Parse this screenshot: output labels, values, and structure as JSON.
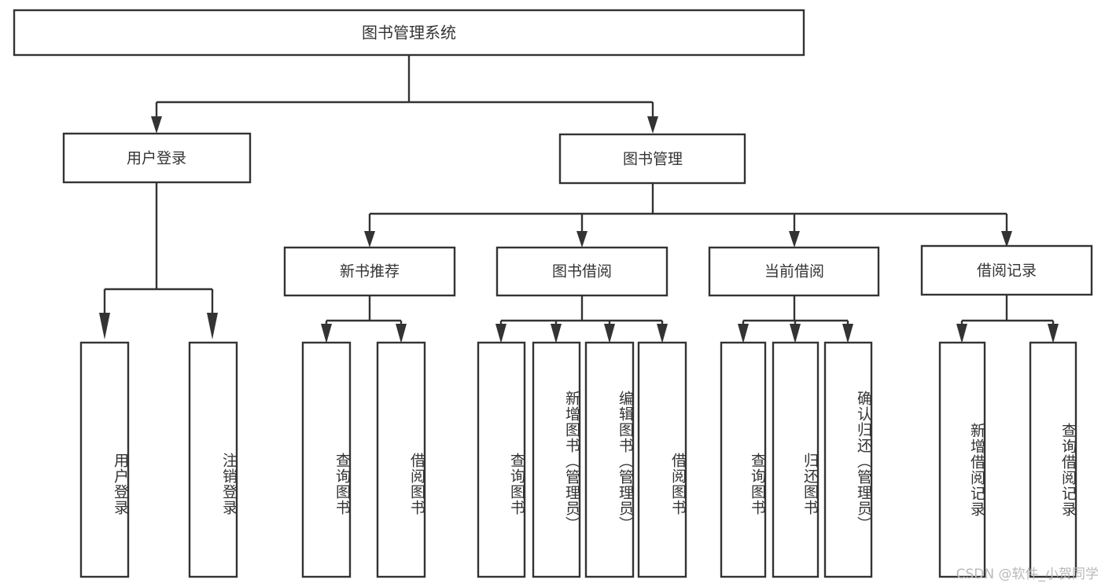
{
  "diagram": {
    "title": "图书管理系统",
    "type": "tree",
    "watermark": "CSDN @软件_小贺同学",
    "colors": {
      "box_fill": "#ffffff",
      "box_stroke": "#333333",
      "text": "#333333",
      "watermark": "#b9b9b9",
      "background": "#ffffff"
    },
    "nodes": {
      "root": {
        "label": "图书管理系统"
      },
      "level1": [
        {
          "label": "用户登录"
        },
        {
          "label": "图书管理"
        }
      ],
      "level2": [
        {
          "label": "新书推荐"
        },
        {
          "label": "图书借阅"
        },
        {
          "label": "当前借阅"
        },
        {
          "label": "借阅记录"
        }
      ],
      "leaves": {
        "user_login": [
          {
            "label": "用户登录"
          },
          {
            "label": "注销登录"
          }
        ],
        "new_book": [
          {
            "label": "查询图书"
          },
          {
            "label": "借阅图书"
          }
        ],
        "borrow": [
          {
            "label": "查询图书"
          },
          {
            "label": "新增图书（管理员）"
          },
          {
            "label": "编辑图书（管理员）"
          },
          {
            "label": "借阅图书"
          }
        ],
        "current": [
          {
            "label": "查询图书"
          },
          {
            "label": "归还图书"
          },
          {
            "label": "确认归还（管理员）"
          }
        ],
        "records": [
          {
            "label": "新增借阅记录"
          },
          {
            "label": "查询借阅记录"
          }
        ]
      }
    }
  }
}
